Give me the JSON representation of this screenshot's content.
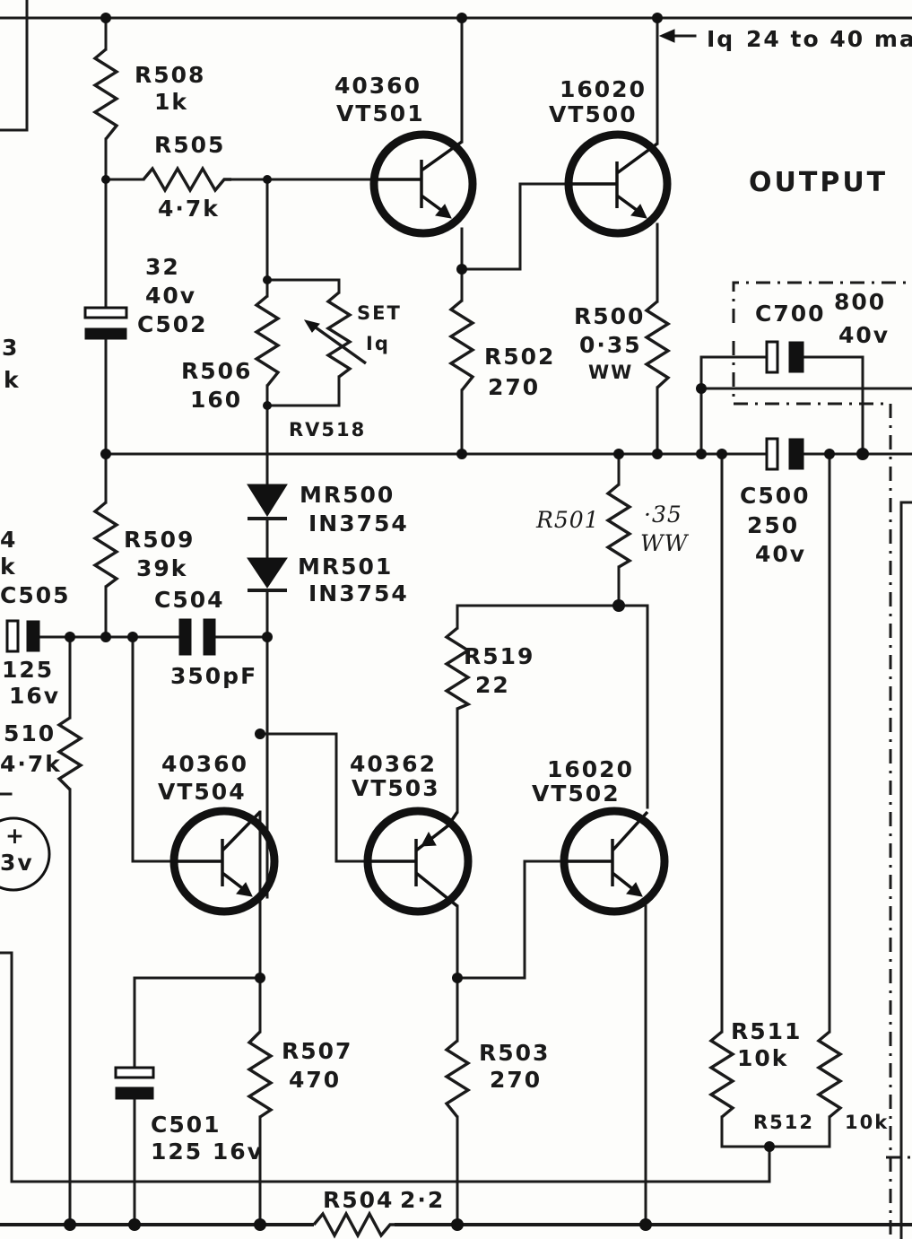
{
  "labels": {
    "iq_note": "24 to 40 ma",
    "iq_symbol": "Iq",
    "output": "OUTPUT",
    "set": "SET",
    "r508": "R508",
    "r508_val": "1k",
    "r505": "R505",
    "r505_val": "4·7k",
    "c502_val1": "32",
    "c502_val2": "40v",
    "c502": "C502",
    "r506": "R506",
    "r506_val": "160",
    "rv518": "RV518",
    "vt501_type": "40360",
    "vt501": "VT501",
    "vt500_type": "16020",
    "vt500": "VT500",
    "r502": "R502",
    "r502_val": "270",
    "r500": "R500",
    "r500_val": "0·35",
    "r500_ww": "WW",
    "c700": "C700",
    "c700_val1": "800",
    "c700_val2": "40v",
    "c500": "C500",
    "c500_val1": "250",
    "c500_val2": "40v",
    "mr500": "MR500",
    "mr500_type": "IN3754",
    "mr501": "MR501",
    "mr501_type": "IN3754",
    "r509": "R509",
    "r509_val": "39k",
    "c504": "C504",
    "c504_val": "350pF",
    "r501": "R501",
    "r501_val": "·35",
    "r501_ww": "WW",
    "r519": "R519",
    "r519_val": "22",
    "vt504_type": "40360",
    "vt504": "VT504",
    "vt503_type": "40362",
    "vt503": "VT503",
    "vt502_type": "16020",
    "vt502": "VT502",
    "r507": "R507",
    "r507_val": "470",
    "r503": "R503",
    "r503_val": "270",
    "c501": "C501",
    "c501_val": "125  16v",
    "r504": "R504",
    "r504_val": "2·2",
    "r511": "R511",
    "r511_val": "10k",
    "r512": "R512",
    "r512_val": "10k",
    "left_3": "3",
    "left_k1": "k",
    "left_4": "4",
    "left_k2": "k",
    "c505": "C505",
    "c505_val1": "125",
    "c505_val2": "16v",
    "r510": "510",
    "r510_val": "4·7k",
    "batt_plus": "+",
    "batt_val": "3v"
  },
  "colors": {
    "ink": "#1a1a1a",
    "paper": "#fdfdfb"
  }
}
